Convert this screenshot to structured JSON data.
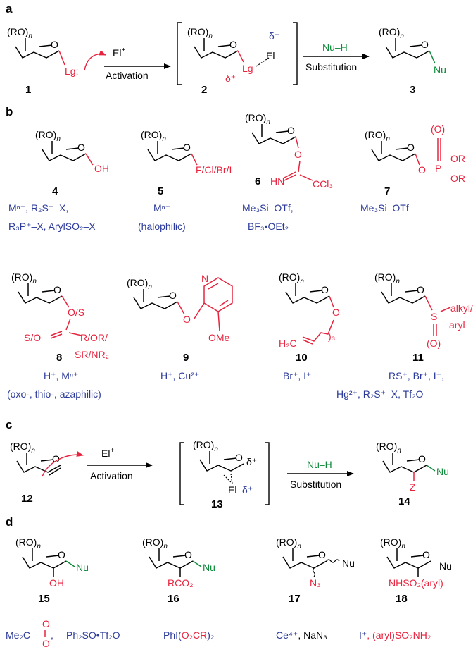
{
  "panels": {
    "a": "a",
    "b": "b",
    "c": "c",
    "d": "d"
  },
  "common": {
    "ro": "(RO)",
    "n": "n",
    "o": "O",
    "nu": "Nu"
  },
  "a": {
    "leaving_group": "Lg:",
    "leaving_group_bound": "Lg",
    "electrophile": "El",
    "electrophile_charge": "+",
    "arrow1_label": "Activation",
    "delta_plus": "δ⁺",
    "arrow2_top": "Nu–H",
    "arrow2_bottom": "Substitution",
    "compounds": [
      "1",
      "2",
      "3"
    ]
  },
  "b": {
    "c4": {
      "number": "4",
      "group": "OH",
      "reagents": [
        "M^{n+}, R_2S^+–X,",
        "R_3P^+–X, ArylSO_2–X"
      ]
    },
    "c5": {
      "number": "5",
      "group": "F/Cl/Br/I",
      "reagents": [
        "M^{n+}",
        "(halophilic)"
      ]
    },
    "c6": {
      "number": "6",
      "group_hn": "HN",
      "group_ccl3": "CCl_3",
      "group_o": "O",
      "reagents": [
        "Me_3Si–OTf,",
        "BF_3•OEt_2"
      ]
    },
    "c7": {
      "number": "7",
      "group_o": "O",
      "group_p": "P",
      "group_oeq": "(O)",
      "group_or1": "OR",
      "group_or2": "OR",
      "reagents": [
        "Me_3Si–OTf"
      ]
    },
    "c8": {
      "number": "8",
      "group_os": "O/S",
      "group_so": "S/O",
      "group_r": "R/OR/",
      "group_sr": "SR/NR_2",
      "reagents": [
        "H^+, M^{n+}",
        "(oxo-, thio-, azaphilic)"
      ]
    },
    "c9": {
      "number": "9",
      "group_n": "N",
      "group_o": "O",
      "group_ome": "OMe",
      "reagents": [
        "H^+, Cu^{2+}"
      ]
    },
    "c10": {
      "number": "10",
      "group_o": "O",
      "group_h2c": "H_2C",
      "group_n3": ")_3",
      "reagents": [
        "Br^+, I^+"
      ]
    },
    "c11": {
      "number": "11",
      "group_s": "S",
      "group_alkyl": "alkyl/",
      "group_aryl": "aryl",
      "group_oeq": "(O)",
      "reagents": [
        "RS^+, Br^+, I^+,",
        "Hg^{2+}, R_2S^+–X, Tf_2O"
      ]
    }
  },
  "c": {
    "electrophile": "El",
    "electrophile_charge": "+",
    "arrow1_label": "Activation",
    "arrow2_top": "Nu–H",
    "arrow2_bottom": "Substitution",
    "el_bound": "El",
    "delta_plus": "δ⁺",
    "z": "Z",
    "compounds": [
      "12",
      "13",
      "14"
    ]
  },
  "d": {
    "c15": {
      "number": "15",
      "group": "OH",
      "reagent_pre": "Me_2C",
      "reagent_post": ",",
      "reagent_ring_o1": "O",
      "reagent_ring_o2": "O"
    },
    "c16": {
      "number": "16",
      "group": "RCO_2",
      "reagent": "Ph_2SO•Tf_2O"
    },
    "c17": {
      "number": "17",
      "group": "N_3",
      "reagent_blue": "PhI(",
      "reagent_red": "O_2CR",
      "reagent_blue2": ")_2"
    },
    "c18": {
      "number": "18",
      "group": "NHSO_2(aryl)",
      "reagent_a": "Ce^{4+}",
      "reagent_b": ", NaN_3",
      "reagent_c": "I^+",
      "reagent_d": ", (aryl)SO_2NH_2"
    }
  },
  "colors": {
    "red": "#e8233e",
    "green": "#0f8a3c",
    "blue": "#2b3a9a",
    "black": "#000000"
  }
}
